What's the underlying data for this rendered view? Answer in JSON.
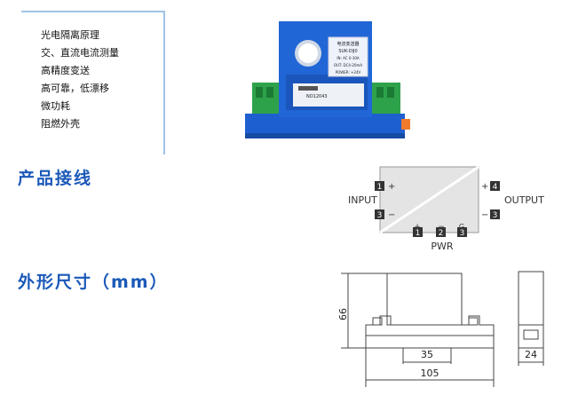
{
  "features": [
    "光电隔离原理",
    "交、直流电流测量",
    "高精度变送",
    "高可靠，低漂移",
    "微功耗",
    "阻燃外壳"
  ],
  "sections": {
    "wiring": "产品接线",
    "dimensions": "外形尺寸（mm）"
  },
  "product": {
    "label_lines": [
      "电流变送器",
      "SUK-DIJ0",
      "IN: AC 0-30A",
      "OUT: DC4-20mA",
      "POWER: +24V"
    ],
    "serial": "NO12043"
  },
  "wiring": {
    "input_label": "INPUT",
    "output_label": "OUTPUT",
    "pwr_label": "PWR",
    "term_in_plus": "1",
    "term_in_minus": "3",
    "term_out_plus": "4",
    "term_out_minus": "3",
    "pwr_terms": [
      "1",
      "2",
      "3"
    ],
    "sign_plus": "+",
    "sign_minus": "−",
    "sign_g": "G"
  },
  "dims": {
    "height": "66",
    "width": "105",
    "inner": "35",
    "depth": "24"
  },
  "colors": {
    "heading": "#1b59b8",
    "housing": "#1e5fd0",
    "terminal": "#2ea24a",
    "box": "#e4e4e4"
  }
}
